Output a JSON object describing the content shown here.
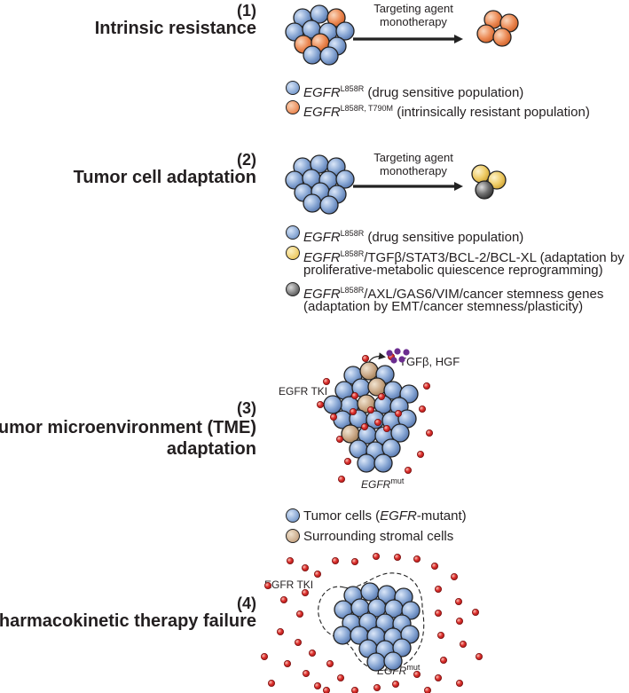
{
  "sections": [
    {
      "number": "(1)",
      "title": "Intrinsic resistance",
      "arrow_label_line1": "Targeting agent",
      "arrow_label_line2": "monotherapy",
      "legend": [
        {
          "gene": "EGFR",
          "mutation": "L858R",
          "desc": " (drug sensitive population)",
          "color": "blue"
        },
        {
          "gene": "EGFR",
          "mutation": "L858R, T790M",
          "desc": " (intrinsically resistant population)",
          "color": "orange"
        }
      ]
    },
    {
      "number": "(2)",
      "title": "Tumor cell adaptation",
      "arrow_label_line1": "Targeting agent",
      "arrow_label_line2": "monotherapy",
      "legend": [
        {
          "gene": "EGFR",
          "mutation": "L858R",
          "desc": " (drug sensitive population)",
          "desc2": "",
          "color": "yellow_placeholder"
        },
        {
          "gene": "EGFR",
          "mutation": "L858R",
          "desc": "/TGFβ/STAT3/BCL-2/BCL-XL (adaptation by",
          "desc2": "proliferative-metabolic quiescence reprogramming)",
          "color": "yellow"
        },
        {
          "gene": "EGFR",
          "mutation": "L858R",
          "desc": "/AXL/GAS6/VIM/cancer stemness genes",
          "desc2": "(adaptation by EMT/cancer stemness/plasticity)",
          "color": "gray"
        }
      ]
    },
    {
      "number": "(3)",
      "title_line1": "Tumor microenvironment (TME)",
      "title_line2": "adaptation",
      "drug_label": "EGFR TKI",
      "secreted_label": "TGFβ, HGF",
      "cluster_gene": "EGFR",
      "cluster_sup": "mut",
      "legend": [
        {
          "pre": "Tumor cells (",
          "gene": "EGFR",
          "post": "-mutant)",
          "color": "blue"
        },
        {
          "text": "Surrounding stromal cells",
          "color": "tan"
        }
      ]
    },
    {
      "number": "(4)",
      "title": "Pharmacokinetic therapy failure",
      "drug_label": "EGFR TKI",
      "cluster_gene": "EGFR",
      "cluster_sup": "mut"
    }
  ],
  "colors": {
    "blue": "#7e9fcf",
    "orange": "#ec8a55",
    "yellow": "#eecb65",
    "gray": "#555555",
    "tan": "#c9a887",
    "drug_red": "#e0322f",
    "factor_purple": "#6b2d8f"
  }
}
